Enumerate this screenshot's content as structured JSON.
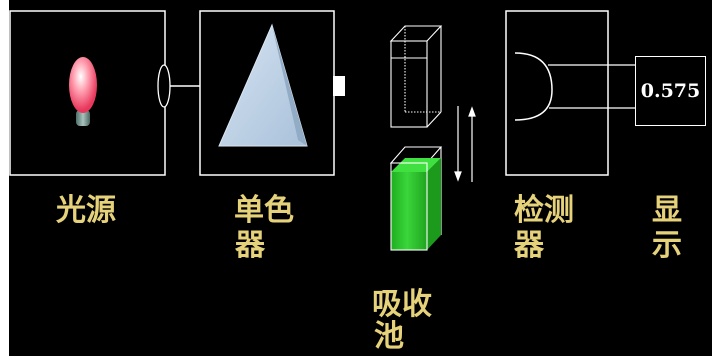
{
  "labels": {
    "light_source": "光源",
    "monochromator_line1": "单色",
    "monochromator_line2": "器",
    "absorption_cell_line1": "吸收",
    "absorption_cell_line2": "池",
    "detector_line1": "检测",
    "detector_line2": "器",
    "display_line1": "显",
    "display_line2": "示"
  },
  "display": {
    "value": "0.575"
  },
  "colors": {
    "background": "#000000",
    "label": "#e6d27a",
    "bulb": "#f04a6a",
    "prism": "#b7cde2",
    "solution": "#2ec42e",
    "lines": "#ffffff"
  }
}
